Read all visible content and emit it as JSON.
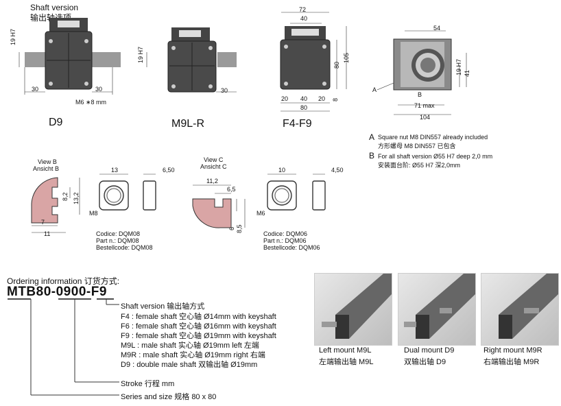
{
  "shaft_version": {
    "title": "Shaft version",
    "title_cn": "输出轴选项"
  },
  "views": {
    "d9": "D9",
    "m9lr": "M9L-R",
    "f4f9": "F4-F9"
  },
  "dims": {
    "d9_19h7": "19 H7",
    "d9_30a": "30",
    "d9_30b": "30",
    "d9_m6": "M6 ∗8 mm",
    "m9_19h7": "19 H7",
    "m9_30": "30",
    "f_72": "72",
    "f_40top": "40",
    "f_20a": "20",
    "f_40b": "40",
    "f_20b": "20",
    "f_80bot": "80",
    "f_80side": "80",
    "f_105": "105",
    "f_8": "8",
    "s_54": "54",
    "s_19h7": "19 H7",
    "s_41": "41",
    "s_b": "B",
    "s_71": "71 max",
    "s_104": "104",
    "s_a": "A"
  },
  "notes": {
    "a_label": "A",
    "a_text": "Square nut M8 DIN557 already included",
    "a_cn": "方形螺母  M8 DIN557 已包含",
    "b_label": "B",
    "b_text": "For all shaft version  Ø55 H7 deep 2,0 mm",
    "b_cn": "安装面台阶:  Ø55  H7  深2,0mm"
  },
  "view_b": {
    "title": "View B",
    "sub": "Ansicht B",
    "d82": "8,2",
    "d132": "13,2",
    "d7": "7",
    "d11": "11"
  },
  "nut_b": {
    "d13": "13",
    "d650": "6,50",
    "m": "M8",
    "codice": "Codice: DQM08",
    "part": "Part n.: DQM08",
    "bestell": "Bestellcode: DQM08"
  },
  "view_c": {
    "title": "View C",
    "sub": "Ansicht C",
    "d112": "11,2",
    "d65": "6,5",
    "d6": "6",
    "d85": "8,5"
  },
  "nut_c": {
    "d10": "10",
    "d450": "4,50",
    "m": "M6",
    "codice": "Codice: DQM06",
    "part": "Part n.: DQM06",
    "bestell": "Bestellcode: DQM06"
  },
  "ordering": {
    "title": "Ordering information 订货方式:",
    "code": "MTB80-0900-F9",
    "shaft_title": "Shaft version 输出轴方式",
    "opts": [
      "F4 : female shaft 空心轴 Ø14mm with keyshaft",
      "F6 : female shaft 空心轴 Ø16mm with keyshaft",
      "F9 : female shaft 空心轴 Ø19mm with keyshaft",
      "M9L : male shaft 实心轴 Ø19mm left 左端",
      "M9R : male shaft 实心轴 Ø19mm right 右端",
      "D9 : double male shaft 双输出轴 Ø19mm"
    ],
    "stroke": "Stroke 行程 mm",
    "series": "Series and size 规格 80 x 80"
  },
  "photos": [
    {
      "line1": "Left mount M9L",
      "line2": "左端输出轴 M9L"
    },
    {
      "line1": "Dual mount D9",
      "line2": "双输出轴       D9"
    },
    {
      "line1": "Right mount M9R",
      "line2": "右端输出轴    M9R"
    }
  ]
}
